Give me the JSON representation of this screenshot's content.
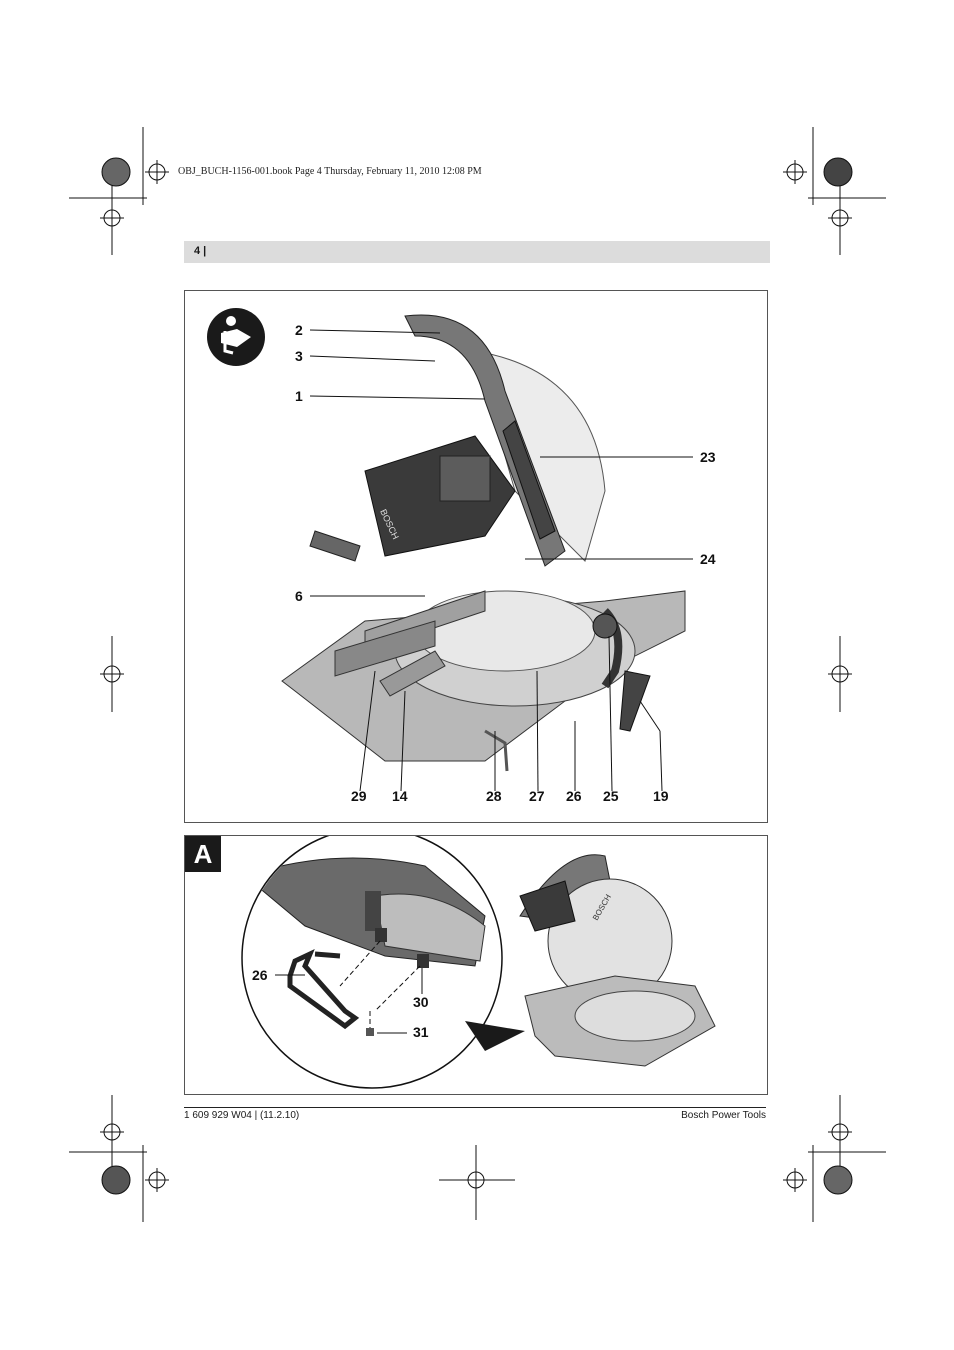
{
  "header": {
    "print_line": "OBJ_BUCH-1156-001.book  Page 4  Thursday, February 11, 2010  12:08 PM",
    "page_label": "4 |"
  },
  "figure_main": {
    "callouts": [
      "2",
      "3",
      "1",
      "23",
      "24",
      "6",
      "29",
      "14",
      "28",
      "27",
      "26",
      "25",
      "19"
    ],
    "saw_logo": "BOSCH"
  },
  "figure_a": {
    "letter": "A",
    "callouts": [
      "26",
      "30",
      "31"
    ],
    "saw_logo": "BOSCH"
  },
  "footer": {
    "left": "1 609 929 W04 | (11.2.10)",
    "right": "Bosch Power Tools"
  }
}
